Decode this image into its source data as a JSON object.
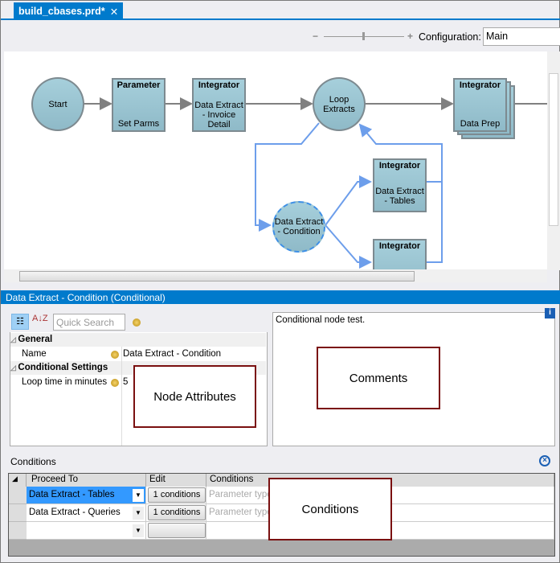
{
  "tab": {
    "title": "build_cbases.prd*",
    "close": "✕"
  },
  "toolbar": {
    "zoom_minus": "−",
    "zoom_plus": "+",
    "config_label": "Configuration:",
    "config_value": "Main",
    "zoom_level": 0.5
  },
  "diagram": {
    "start": "Start",
    "parameter": {
      "type": "Parameter",
      "name": "Set Parms"
    },
    "integrator_invoice": {
      "type": "Integrator",
      "name": "Data Extract - Invoice Detail"
    },
    "loop": "Loop Extracts",
    "integrator_prep": {
      "type": "Integrator",
      "name": "Data Prep"
    },
    "condition": "Data Extract - Condition",
    "integrator_tables": {
      "type": "Integrator",
      "name": "Data Extract - Tables"
    },
    "integrator_queries": {
      "type": "Integrator"
    },
    "edge_gray": "#808080",
    "edge_blue": "#6d9eeb"
  },
  "panel": {
    "title": "Data Extract - Condition (Conditional)",
    "accent": "#007acc"
  },
  "properties": {
    "search_placeholder": "Quick Search",
    "sort_icon": "A↓Z",
    "categories": [
      {
        "label": "General",
        "rows": [
          {
            "name": "Name",
            "value": "Data Extract - Condition"
          }
        ]
      },
      {
        "label": "Conditional Settings",
        "rows": [
          {
            "name": "Loop time in minutes",
            "value": "5"
          }
        ]
      }
    ]
  },
  "comments": {
    "text": "Conditional node test.",
    "info": "i"
  },
  "annotations": {
    "node_attributes": "Node Attributes",
    "comments": "Comments",
    "conditions": "Conditions"
  },
  "conditions": {
    "label": "Conditions",
    "columns": [
      "Proceed To",
      "Edit",
      "Conditions"
    ],
    "rows": [
      {
        "proceed": "Data Extract - Tables",
        "edit": "1 conditions",
        "conditions": "Parameter type",
        "selected": true
      },
      {
        "proceed": "Data Extract - Queries",
        "edit": "1 conditions",
        "conditions": "Parameter type"
      },
      {
        "proceed": "",
        "edit": "",
        "conditions": ""
      }
    ]
  }
}
